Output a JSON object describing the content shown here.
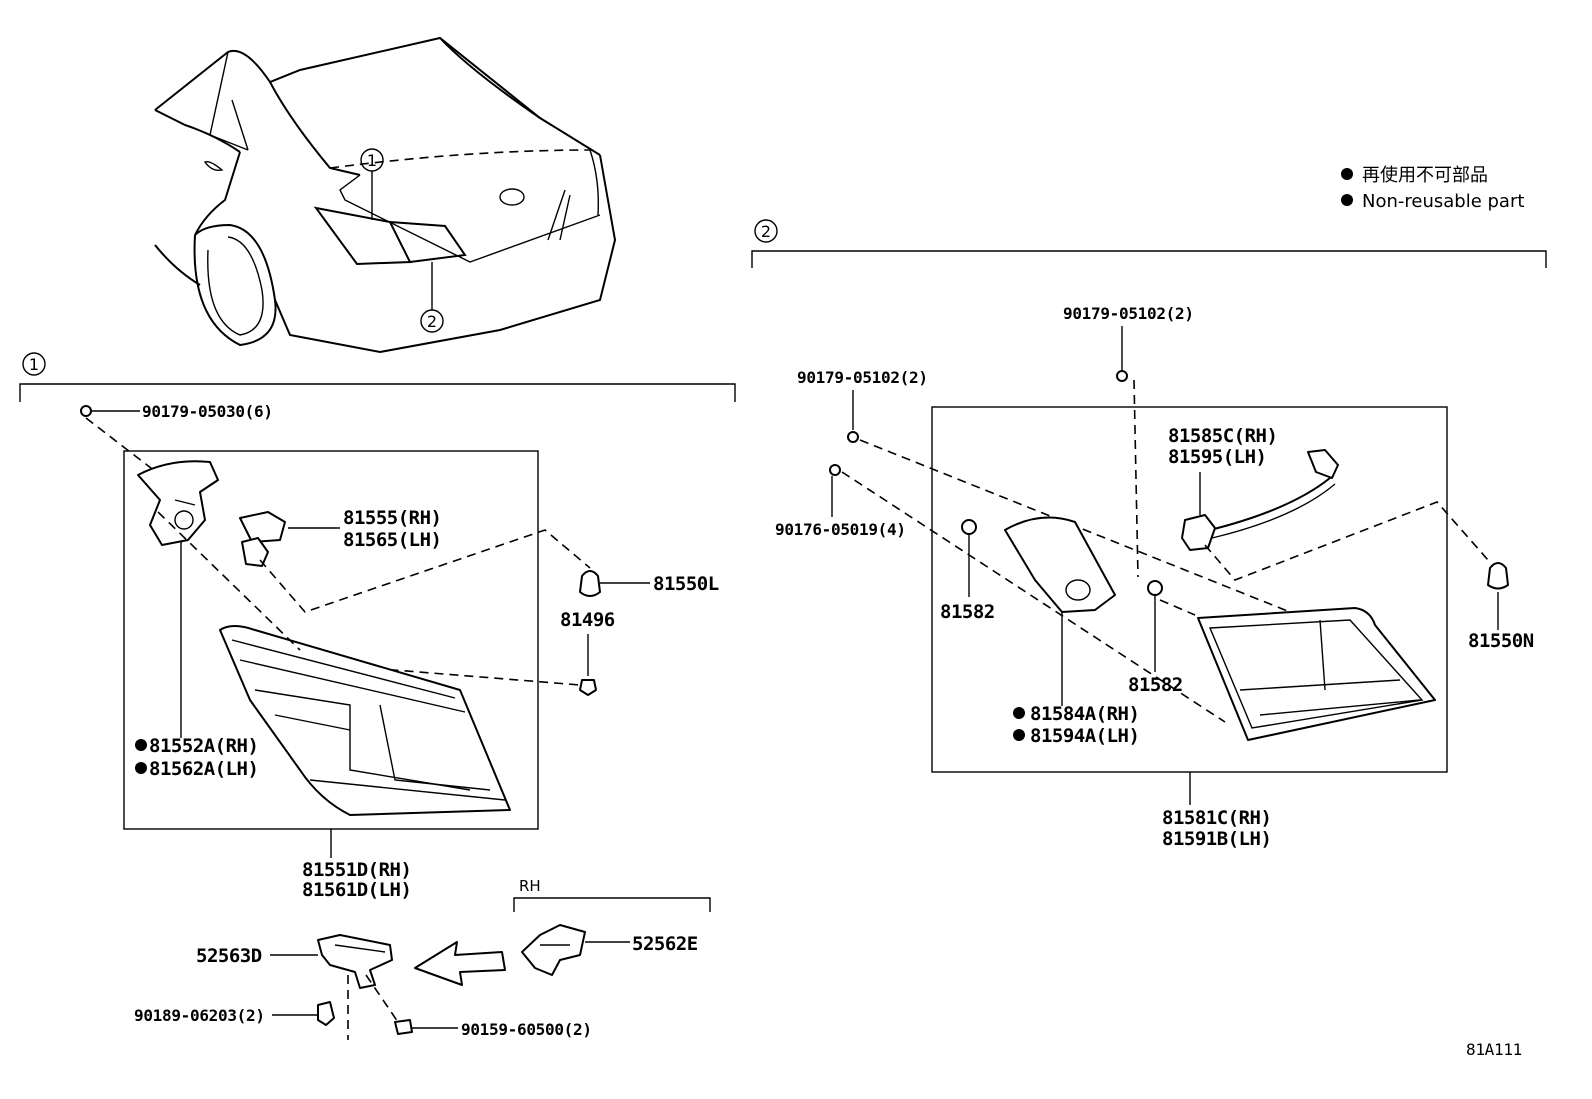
{
  "legend": {
    "jp": "再使用不可部品",
    "en": "Non-reusable part"
  },
  "callouts": {
    "one": "1",
    "two": "2"
  },
  "section1": {
    "fastener": "90179-05030(6)",
    "socket_rh": "81555(RH)",
    "socket_lh": "81565(LH)",
    "bulb": "81550L",
    "clip": "81496",
    "gasket_rh": "81552A(RH)",
    "gasket_lh": "81562A(LH)",
    "lamp_rh": "81551D(RH)",
    "lamp_lh": "81561D(LH)"
  },
  "bracket": {
    "rh_label": "RH",
    "bracket": "52563D",
    "bracket_rh": "52562E",
    "bolt": "90189-06203(2)",
    "screw": "90159-60500(2)"
  },
  "section2": {
    "fastener_top": "90179-05102(2)",
    "fastener_left": "90179-05102(2)",
    "fastener_nut": "90176-05019(4)",
    "socket_rh": "81585C(RH)",
    "socket_lh": "81595(LH)",
    "plug_left": "81582",
    "plug_right": "81582",
    "bulb": "81550N",
    "gasket_rh": "81584A(RH)",
    "gasket_lh": "81594A(LH)",
    "lamp_rh": "81581C(RH)",
    "lamp_lh": "81591B(LH)"
  },
  "figure_id": "81A111"
}
